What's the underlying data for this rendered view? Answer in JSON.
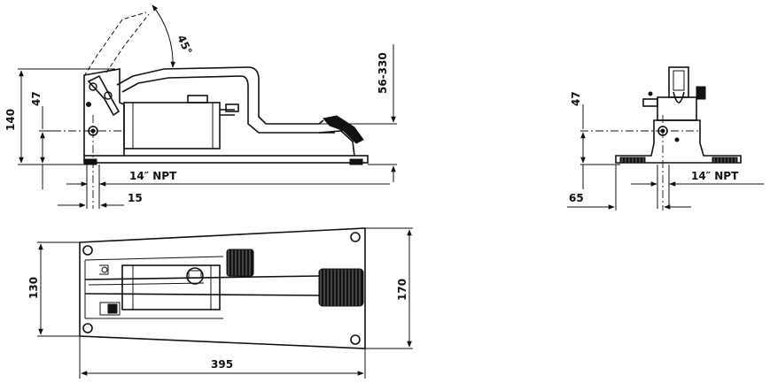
{
  "dimensions": {
    "angle": "45°",
    "stroke": "56-330",
    "height_overall": "140",
    "port_height_side": "47",
    "port_thread_side": "14″ NPT",
    "port_offset": "15",
    "port_height_end": "47",
    "port_thread_end": "14″ NPT",
    "end_offset": "65",
    "width_rear": "130",
    "width_front": "170",
    "length": "395"
  },
  "colors": {
    "ink": "#111111",
    "paper": "#ffffff"
  }
}
